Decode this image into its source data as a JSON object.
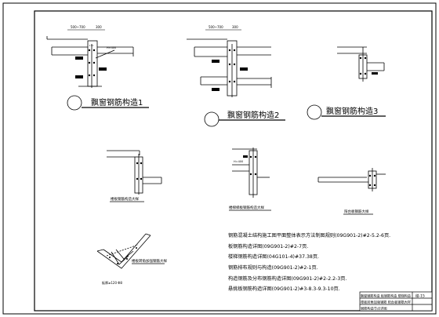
{
  "drawing": {
    "detail1": {
      "title": "飘窗钢筋构造1",
      "dim_top": "500~700",
      "dim_side": "300",
      "level": "H=400"
    },
    "detail2": {
      "title": "飘窗钢筋构造2",
      "dim_top": "500~700",
      "dim_side": "300"
    },
    "detail3": {
      "title": "飘窗钢筋构造3"
    },
    "detail4": {
      "caption": "楼板钢筋构造大样"
    },
    "detail5": {
      "caption": "楼梯梯板钢筋构造大样",
      "level": "H=400"
    },
    "detail6": {
      "caption": "阳台板钢筋大样"
    },
    "detail7": {
      "caption": "楼板转角加强钢筋大样",
      "subcaption": "板厚≥120 Φ8"
    },
    "notes": [
      "钢筋混凝土结构施工图平面整体表示方法制图规则(09G901-2)#2-5.2-6页.",
      "板钢筋构造详图(09G901-2)#2-7页.",
      "楼梯钢筋构造详图(04G101-4)#37.38页.",
      "钢筋排布规则与构造(09G901-2)#2-1页.",
      "构造钢筋及分布钢筋构造详图(09G901-2)#2-2.2-3页.",
      "悬挑板钢筋构造详图(09G901-2)#3-8.3-9.3-10页."
    ],
    "title_block": {
      "row1": "飘窗钢筋构造 板钢筋构造 楼梯构造",
      "row2": "楼板转角加强钢筋 阳台板钢筋大样",
      "row3": "钢筋构造节点详图",
      "sheet_no": "结-15"
    }
  }
}
